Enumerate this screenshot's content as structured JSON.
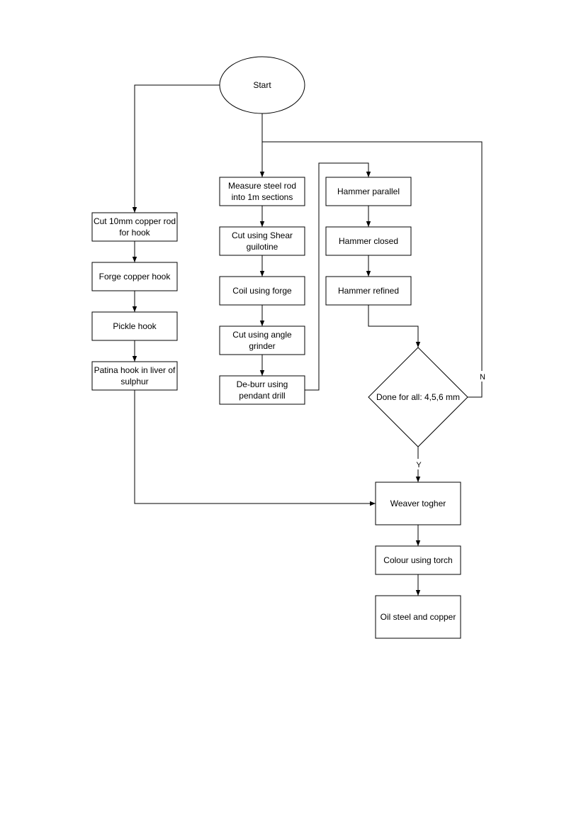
{
  "nodes": {
    "start": [
      "Start"
    ],
    "cut_copper": [
      "Cut 10mm copper rod",
      "for hook"
    ],
    "forge_hook": [
      "Forge copper hook"
    ],
    "pickle": [
      "Pickle hook"
    ],
    "patina": [
      "Patina hook in liver of",
      "sulphur"
    ],
    "measure": [
      "Measure steel rod",
      "into 1m sections"
    ],
    "shear": [
      "Cut using Shear",
      "guilotine"
    ],
    "coil": [
      "Coil using forge"
    ],
    "angle": [
      "Cut using angle",
      "grinder"
    ],
    "deburr": [
      "De-burr using",
      "pendant drill"
    ],
    "h_parallel": [
      "Hammer parallel"
    ],
    "h_closed": [
      "Hammer closed"
    ],
    "h_refined": [
      "Hammer refined"
    ],
    "decision": [
      "Done for all: 4,5,6 mm"
    ],
    "weave": [
      "Weaver togher"
    ],
    "colour": [
      "Colour using torch"
    ],
    "oil": [
      "Oil steel and copper"
    ]
  },
  "edges": {
    "no": "N",
    "yes": "Y"
  }
}
